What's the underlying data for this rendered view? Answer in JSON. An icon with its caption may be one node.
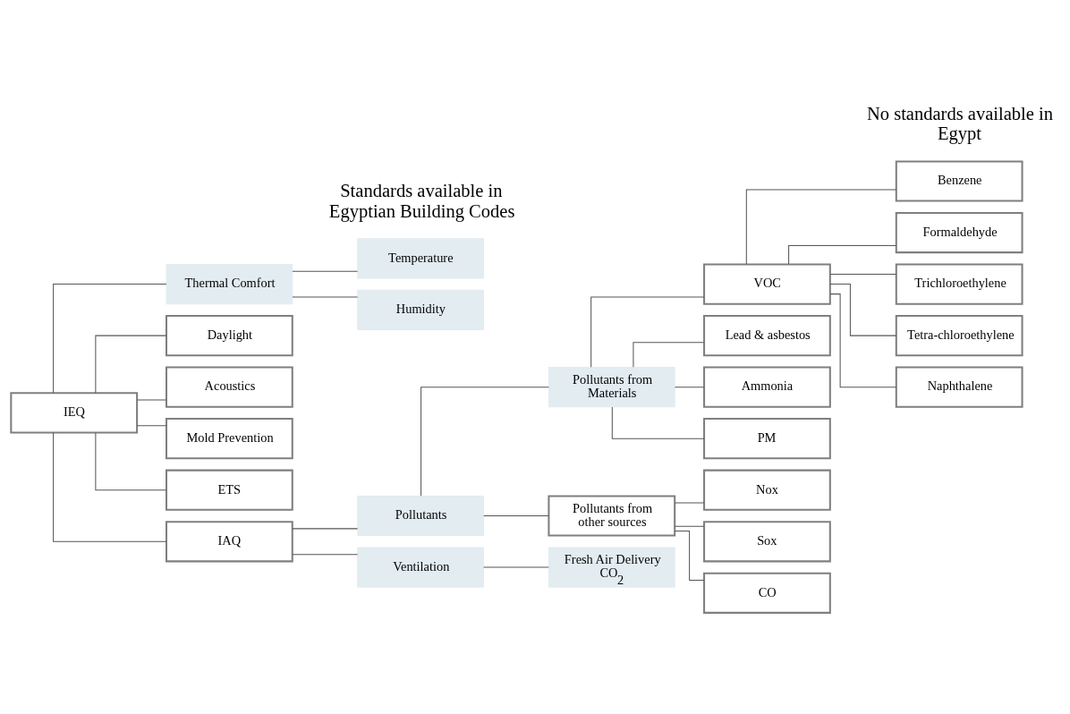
{
  "diagram": {
    "nodes": [
      {
        "text": [
          "IEQ"
        ]
      },
      {
        "text": [
          "Thermal Comfort"
        ]
      },
      {
        "text": [
          "Temperature"
        ]
      },
      {
        "text": [
          "Humidity"
        ]
      },
      {
        "text": [
          "Daylight"
        ]
      },
      {
        "text": [
          "Acoustics"
        ]
      },
      {
        "text": [
          "Mold Prevention"
        ]
      },
      {
        "text": [
          "ETS"
        ]
      },
      {
        "text": [
          "IAQ"
        ]
      },
      {
        "text": [
          "Pollutants"
        ]
      },
      {
        "text": [
          "Pollutants from Materials"
        ]
      },
      {
        "text": [
          "VOC"
        ]
      },
      {
        "text": [
          "Benzene"
        ]
      },
      {
        "text": [
          "Formaldehyde"
        ]
      },
      {
        "text": [
          "Trichloroethylene"
        ]
      },
      {
        "text": [
          "Tetra-chloroethylene"
        ]
      },
      {
        "text": [
          "Naphthalene"
        ]
      },
      {
        "text": [
          "Lead & asbestos"
        ]
      },
      {
        "text": [
          "Ammonia"
        ]
      },
      {
        "text": [
          "PM"
        ]
      },
      {
        "text": [
          "Pollutants from other sources"
        ]
      },
      {
        "text": [
          "Nox"
        ]
      },
      {
        "text": [
          "Sox"
        ]
      },
      {
        "text": [
          "CO"
        ]
      },
      {
        "text": [
          "Ventilation"
        ]
      },
      {
        "text": [
          "Fresh Air Delivery CO$_{2}$"
        ]
      }
    ],
    "edges": [
      {
        "from": 0,
        "to": 1,
        "arrow": "none"
      },
      {
        "from": 1,
        "to": 2,
        "arrow": "none"
      },
      {
        "from": 1,
        "to": 3,
        "arrow": "none"
      },
      {
        "from": 0,
        "to": 4,
        "arrow": "none"
      },
      {
        "from": 0,
        "to": 5,
        "arrow": "none"
      },
      {
        "from": 0,
        "to": 6,
        "arrow": "none"
      },
      {
        "from": 0,
        "to": 7,
        "arrow": "none"
      },
      {
        "from": 0,
        "to": 8,
        "arrow": "none"
      },
      {
        "from": 8,
        "to": 9,
        "arrow": "none"
      },
      {
        "from": 9,
        "to": 10,
        "arrow": "none"
      },
      {
        "from": 10,
        "to": 11,
        "arrow": "none"
      },
      {
        "from": 11,
        "to": 12,
        "arrow": "none"
      },
      {
        "from": 11,
        "to": 13,
        "arrow": "none"
      },
      {
        "from": 11,
        "to": 14,
        "arrow": "none"
      },
      {
        "from": 11,
        "to": 15,
        "arrow": "none"
      },
      {
        "from": 11,
        "to": 16,
        "arrow": "none"
      },
      {
        "from": 10,
        "to": 17,
        "arrow": "none"
      },
      {
        "from": 10,
        "to": 18,
        "arrow": "none"
      },
      {
        "from": 10,
        "to": 19,
        "arrow": "none"
      },
      {
        "from": 9,
        "to": 20,
        "arrow": "none"
      },
      {
        "from": 20,
        "to": 21,
        "arrow": "none"
      },
      {
        "from": 20,
        "to": 22,
        "arrow": "none"
      },
      {
        "from": 20,
        "to": 23,
        "arrow": "none"
      },
      {
        "from": 8,
        "to": 24,
        "arrow": "none"
      },
      {
        "from": 24,
        "to": 25,
        "arrow": "none"
      }
    ],
    "labels": [
      "Standards available in Egyptian Building Codes",
      "No standards available in Egypt"
    ]
  }
}
